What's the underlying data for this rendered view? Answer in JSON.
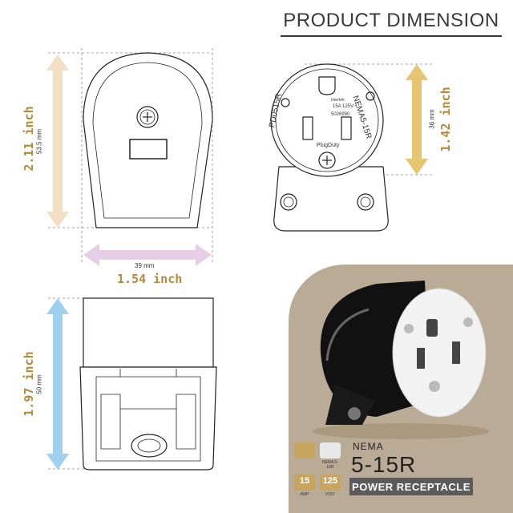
{
  "title": "PRODUCT DIMENSION",
  "dimensions": {
    "height": {
      "inch": "2.11 inch",
      "mm": "53.5 mm"
    },
    "width": {
      "inch": "1.54 inch",
      "mm": "39 mm"
    },
    "depth": {
      "inch": "1.97 inch",
      "mm": "50 mm"
    },
    "face": {
      "inch": "1.42 inch",
      "mm": "36 mm"
    }
  },
  "face_text": {
    "model": "PD0515R",
    "nema": "NEMA5-15R",
    "rating": "15A 125V~",
    "listing": "5026990",
    "brand": "PlugDuty",
    "mark": "Intertek"
  },
  "product": {
    "nema_label": "NEMA",
    "model": "5-15R",
    "banner": "POWER RECEPTACLE",
    "amp_value": "15",
    "amp_unit": "AMP",
    "volt_value": "125",
    "volt_unit": "VOLT",
    "nema_badge": "NEMA 5-15R"
  },
  "colors": {
    "height_arrow": "#f3dfc3",
    "width_arrow": "#e6cfe6",
    "depth_arrow": "#9fd0ef",
    "face_arrow": "#e7c470",
    "label_text": "#b58a3a",
    "panel": "#b9ab96",
    "banner": "#5b5b5b",
    "badge": "#c7a55e"
  }
}
